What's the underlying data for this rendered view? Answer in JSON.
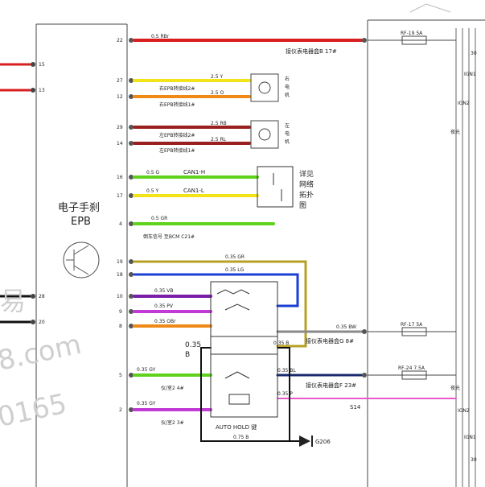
{
  "module": {
    "name_cn": "电子手刹",
    "name_en": "EPB"
  },
  "pins": [
    "22",
    "27",
    "12",
    "29",
    "14",
    "16",
    "17",
    "4",
    "19",
    "18",
    "10",
    "9",
    "8",
    "5",
    "2",
    "15",
    "13",
    "28",
    "20"
  ],
  "wires": {
    "w22": "0.5 RBr",
    "w27": "2.5 Y",
    "w12": "2.5 O",
    "w29": "2.5 RB",
    "w14": "2.5 RL",
    "w16": "0.5 G",
    "w17": "0.5 Y",
    "w4": "0.5 GR",
    "w19": "0.35 GR",
    "w18": "0.35 LG",
    "w10": "0.35 VB",
    "w9": "0.35 PV",
    "w8": "0.35 OBr",
    "w5": "0.35 GY",
    "w2": "0.35 GY",
    "w_bw": "0.35 BW",
    "w_b": "0.35 B",
    "w_bl": "0.35 BL",
    "w_p": "0.35 P",
    "w_gnd": "0.75 B"
  },
  "labels": {
    "left_epb2": "右EPB转接线2#",
    "left_epb1": "右EPB转接线1#",
    "right_epb2": "左EPB转接线2#",
    "right_epb1": "左EPB转接线1#",
    "can_h": "CAN1-H",
    "can_l": "CAN1-L",
    "network": [
      "详见",
      "网络",
      "拓扑",
      "图"
    ],
    "speed": "倒车信号 至BCM C21#",
    "box_b17": "接仪表电器盒B 17#",
    "box_g8": "接仪表电器盒G 8#",
    "box_f23": "接仪表电器盒F 23#",
    "sw_4": "仪/室2 4#",
    "sw_3": "仪/室2 3#",
    "auto_hold": "AUTO HOLD 键",
    "s14": "S14",
    "g206": "G206",
    "b035": "0.35",
    "b_letter": "B",
    "motor_r": [
      "右",
      "电",
      "机"
    ],
    "motor_l": [
      "左",
      "电",
      "机"
    ],
    "night1": "夜光",
    "night2": "夜光",
    "fuse1": "RF-19 5A",
    "fuse2": "RF-17 5A",
    "fuse3": "RF-24 7.5A",
    "ign1": "IGN1",
    "ign2": "IGN2",
    "ign2b": "IGN2",
    "ign1b": "IGN1",
    "r30": "30",
    "r30b": "30"
  },
  "watermark": {
    "line1": "易",
    "line2": "8.com",
    "line3": "0165"
  },
  "colors": {
    "red": "#d81e1e",
    "darkred": "#9a1f1f",
    "yellow": "#f2e418",
    "orange": "#f08a17",
    "green": "#5fd21c",
    "olive": "#b7a026",
    "blue": "#1a3fd6",
    "purple": "#7a1ea8",
    "violet": "#c23ad6",
    "pink": "#e85ac8",
    "black": "#111111",
    "grey": "#8a8a8a"
  }
}
